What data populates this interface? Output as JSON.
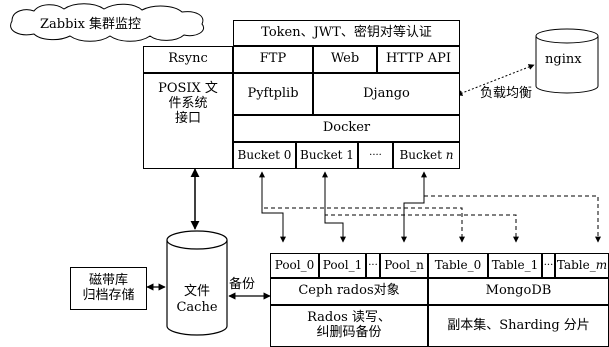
{
  "zabbix": {
    "label": "Zabbix 集群监控"
  },
  "auth": {
    "label": "Token、JWT、密钥对等认证"
  },
  "protocols": {
    "rsync": "Rsync",
    "ftp": "FTP",
    "web": "Web",
    "http_api": "HTTP API"
  },
  "posix": {
    "label": "POSIX 文\n件系统\n接口"
  },
  "pyftplib": "Pyftplib",
  "django": "Django",
  "docker": "Docker",
  "buckets": [
    "Bucket 0",
    "Bucket 1",
    "····",
    "Bucket "
  ],
  "bucket_last_index": "n",
  "nginx": {
    "label": "nginx",
    "load_balance": "负载均衡"
  },
  "tape": {
    "label": "磁带库\n归档存储"
  },
  "cache": {
    "label": "文件\nCache",
    "backup": "备份"
  },
  "pools": [
    "Pool_0",
    "Pool_1",
    "···",
    "Pool_n"
  ],
  "tables": [
    "Table_0",
    "Table_1",
    "···",
    "Table_"
  ],
  "table_last_index": "m",
  "ceph": {
    "title": "Ceph rados对象",
    "rw": "Rados 读写、\n纠删码备份"
  },
  "mongo": {
    "title": "MongoDB",
    "sharding": "副本集、Sharding 分片"
  }
}
